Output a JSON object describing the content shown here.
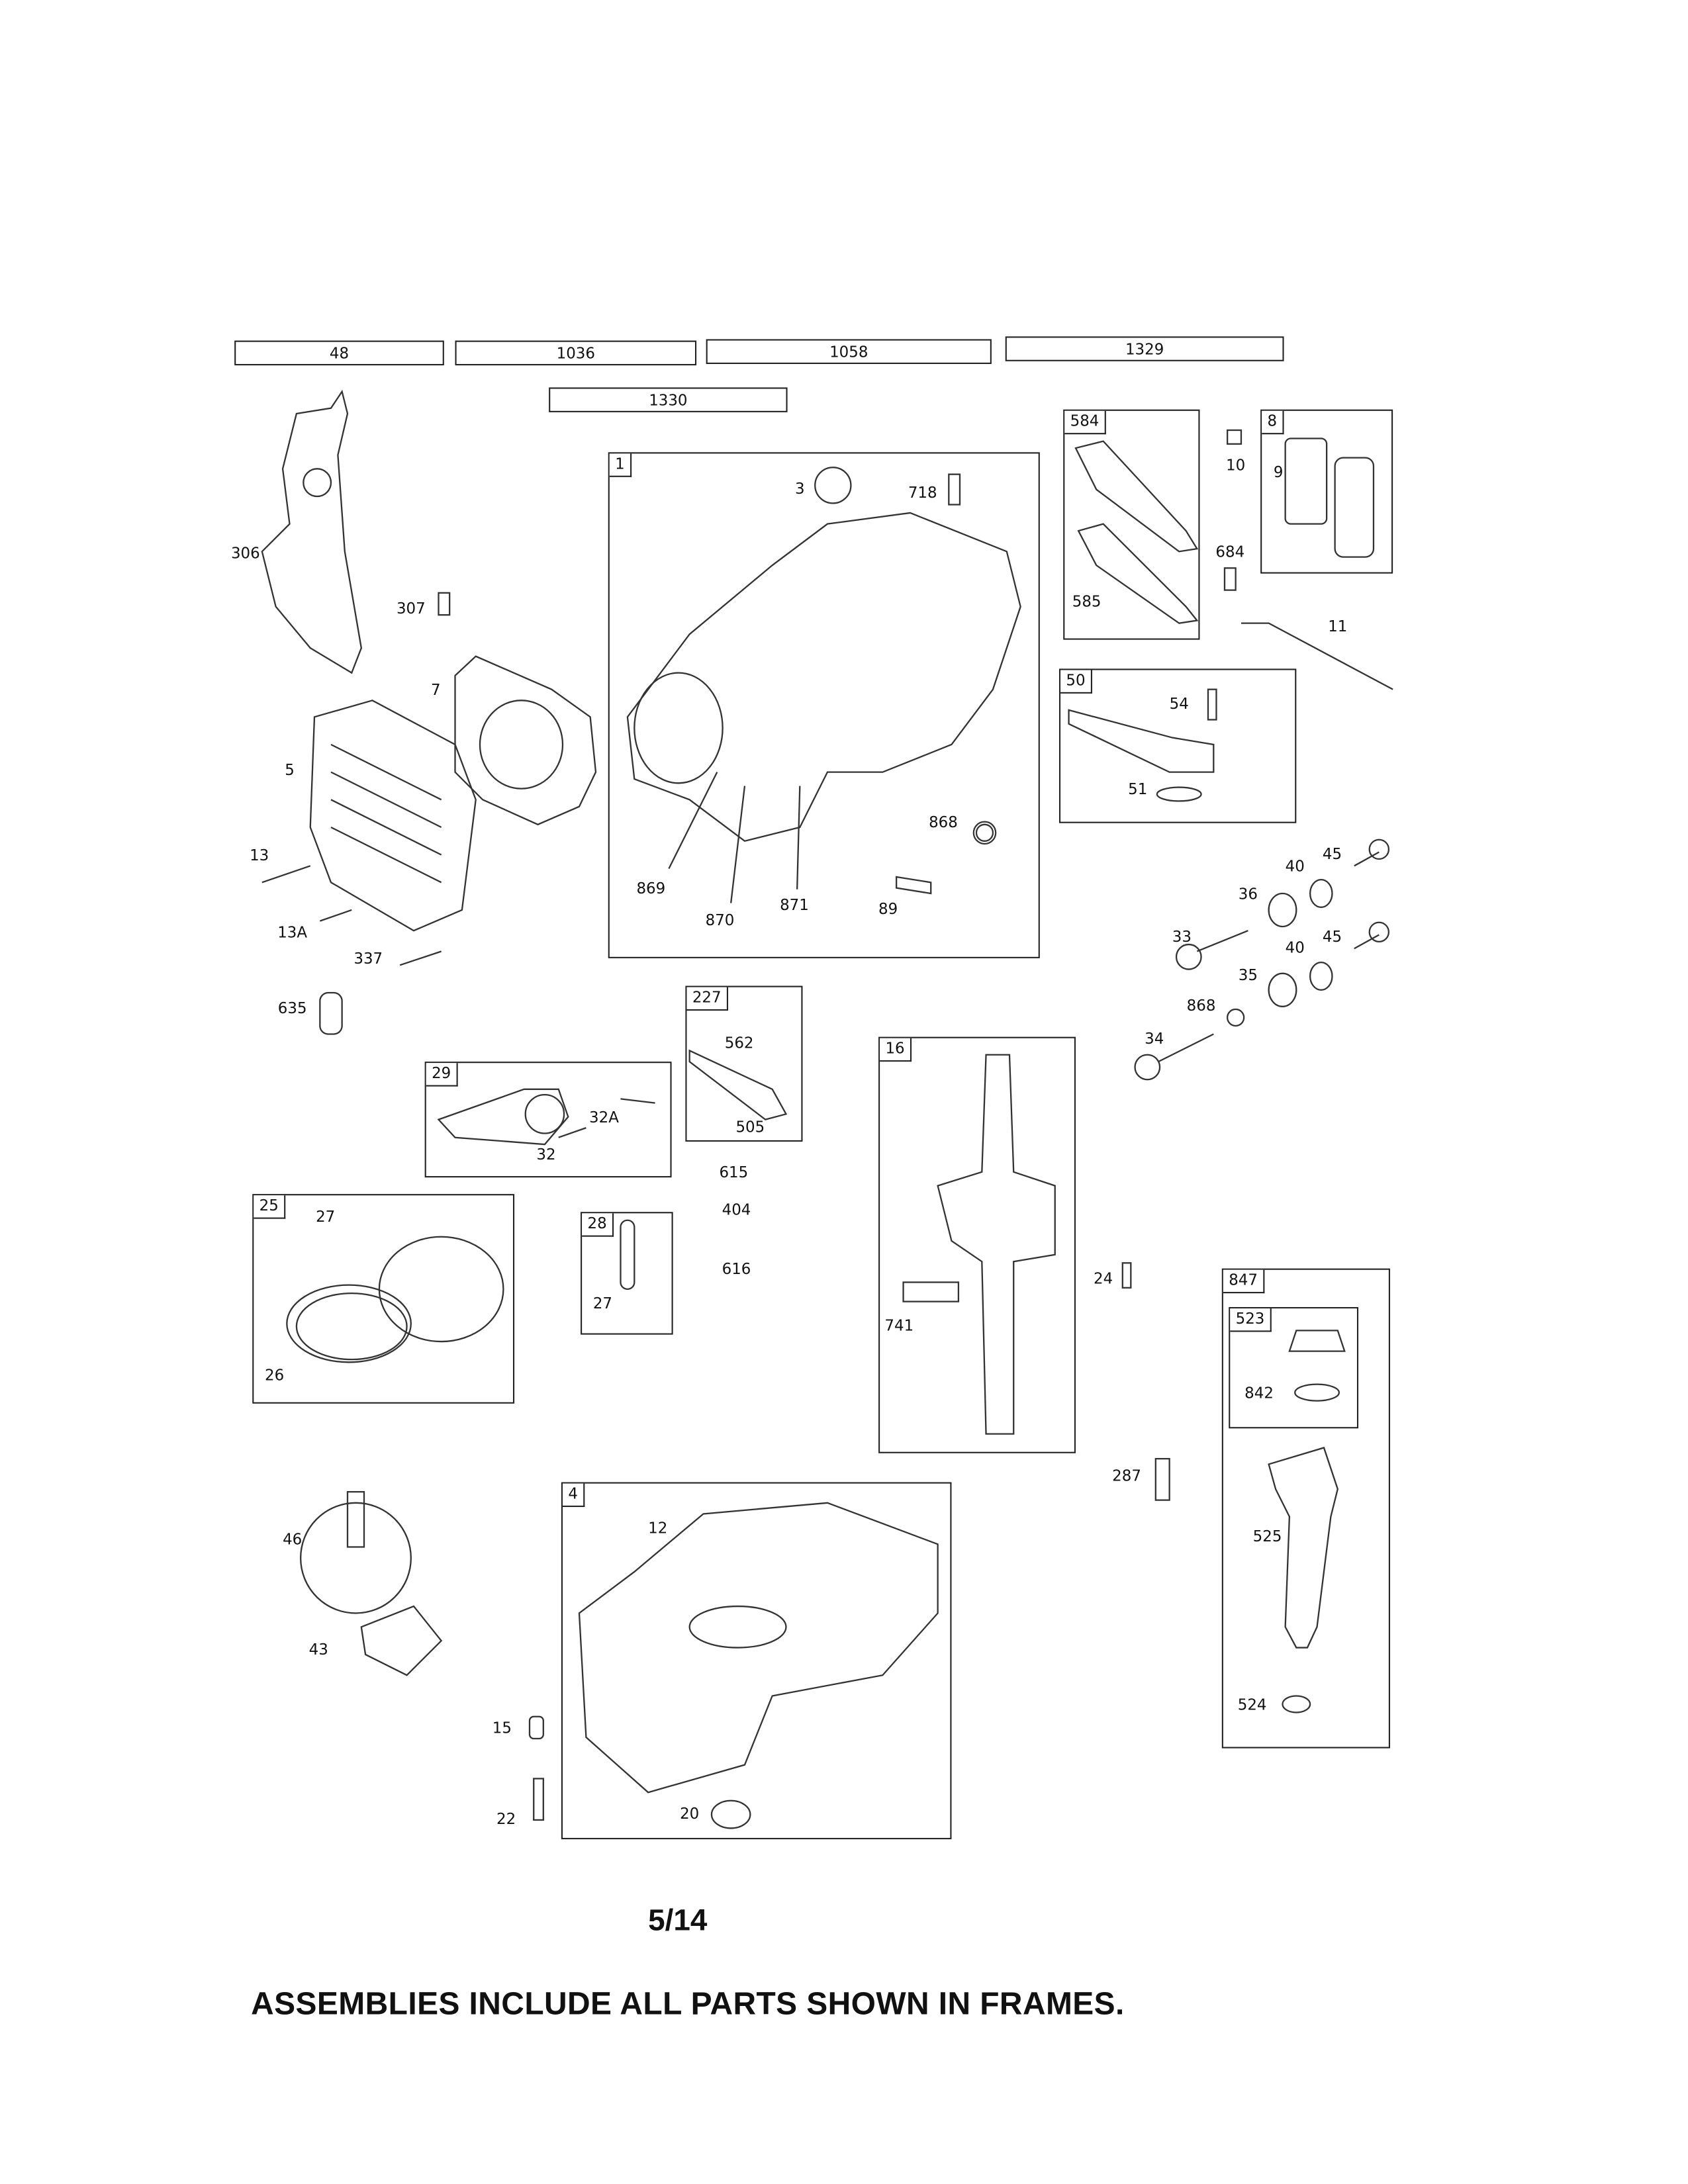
{
  "assemblies": [
    "48",
    "1036",
    "1058",
    "1329",
    "1330"
  ],
  "frames": {
    "f1": "1",
    "f584": "584",
    "f8": "8",
    "f50": "50",
    "f227": "227",
    "f29": "29",
    "f16": "16",
    "f25": "25",
    "f28": "28",
    "f847": "847",
    "f523": "523",
    "f4": "4"
  },
  "callouts": [
    "306",
    "307",
    "7",
    "5",
    "13",
    "13A",
    "337",
    "635",
    "3",
    "718",
    "868",
    "869",
    "870",
    "871",
    "89",
    "10",
    "684",
    "9",
    "585",
    "11",
    "54",
    "51",
    "45",
    "40",
    "36",
    "33",
    "40",
    "45",
    "35",
    "868",
    "34",
    "562",
    "505",
    "32A",
    "32",
    "615",
    "404",
    "616",
    "27",
    "26",
    "27",
    "741",
    "24",
    "842",
    "287",
    "525",
    "524",
    "46",
    "43",
    "12",
    "15",
    "22",
    "20"
  ],
  "page_number": "5/14",
  "footer_note": "ASSEMBLIES INCLUDE ALL PARTS SHOWN IN FRAMES."
}
